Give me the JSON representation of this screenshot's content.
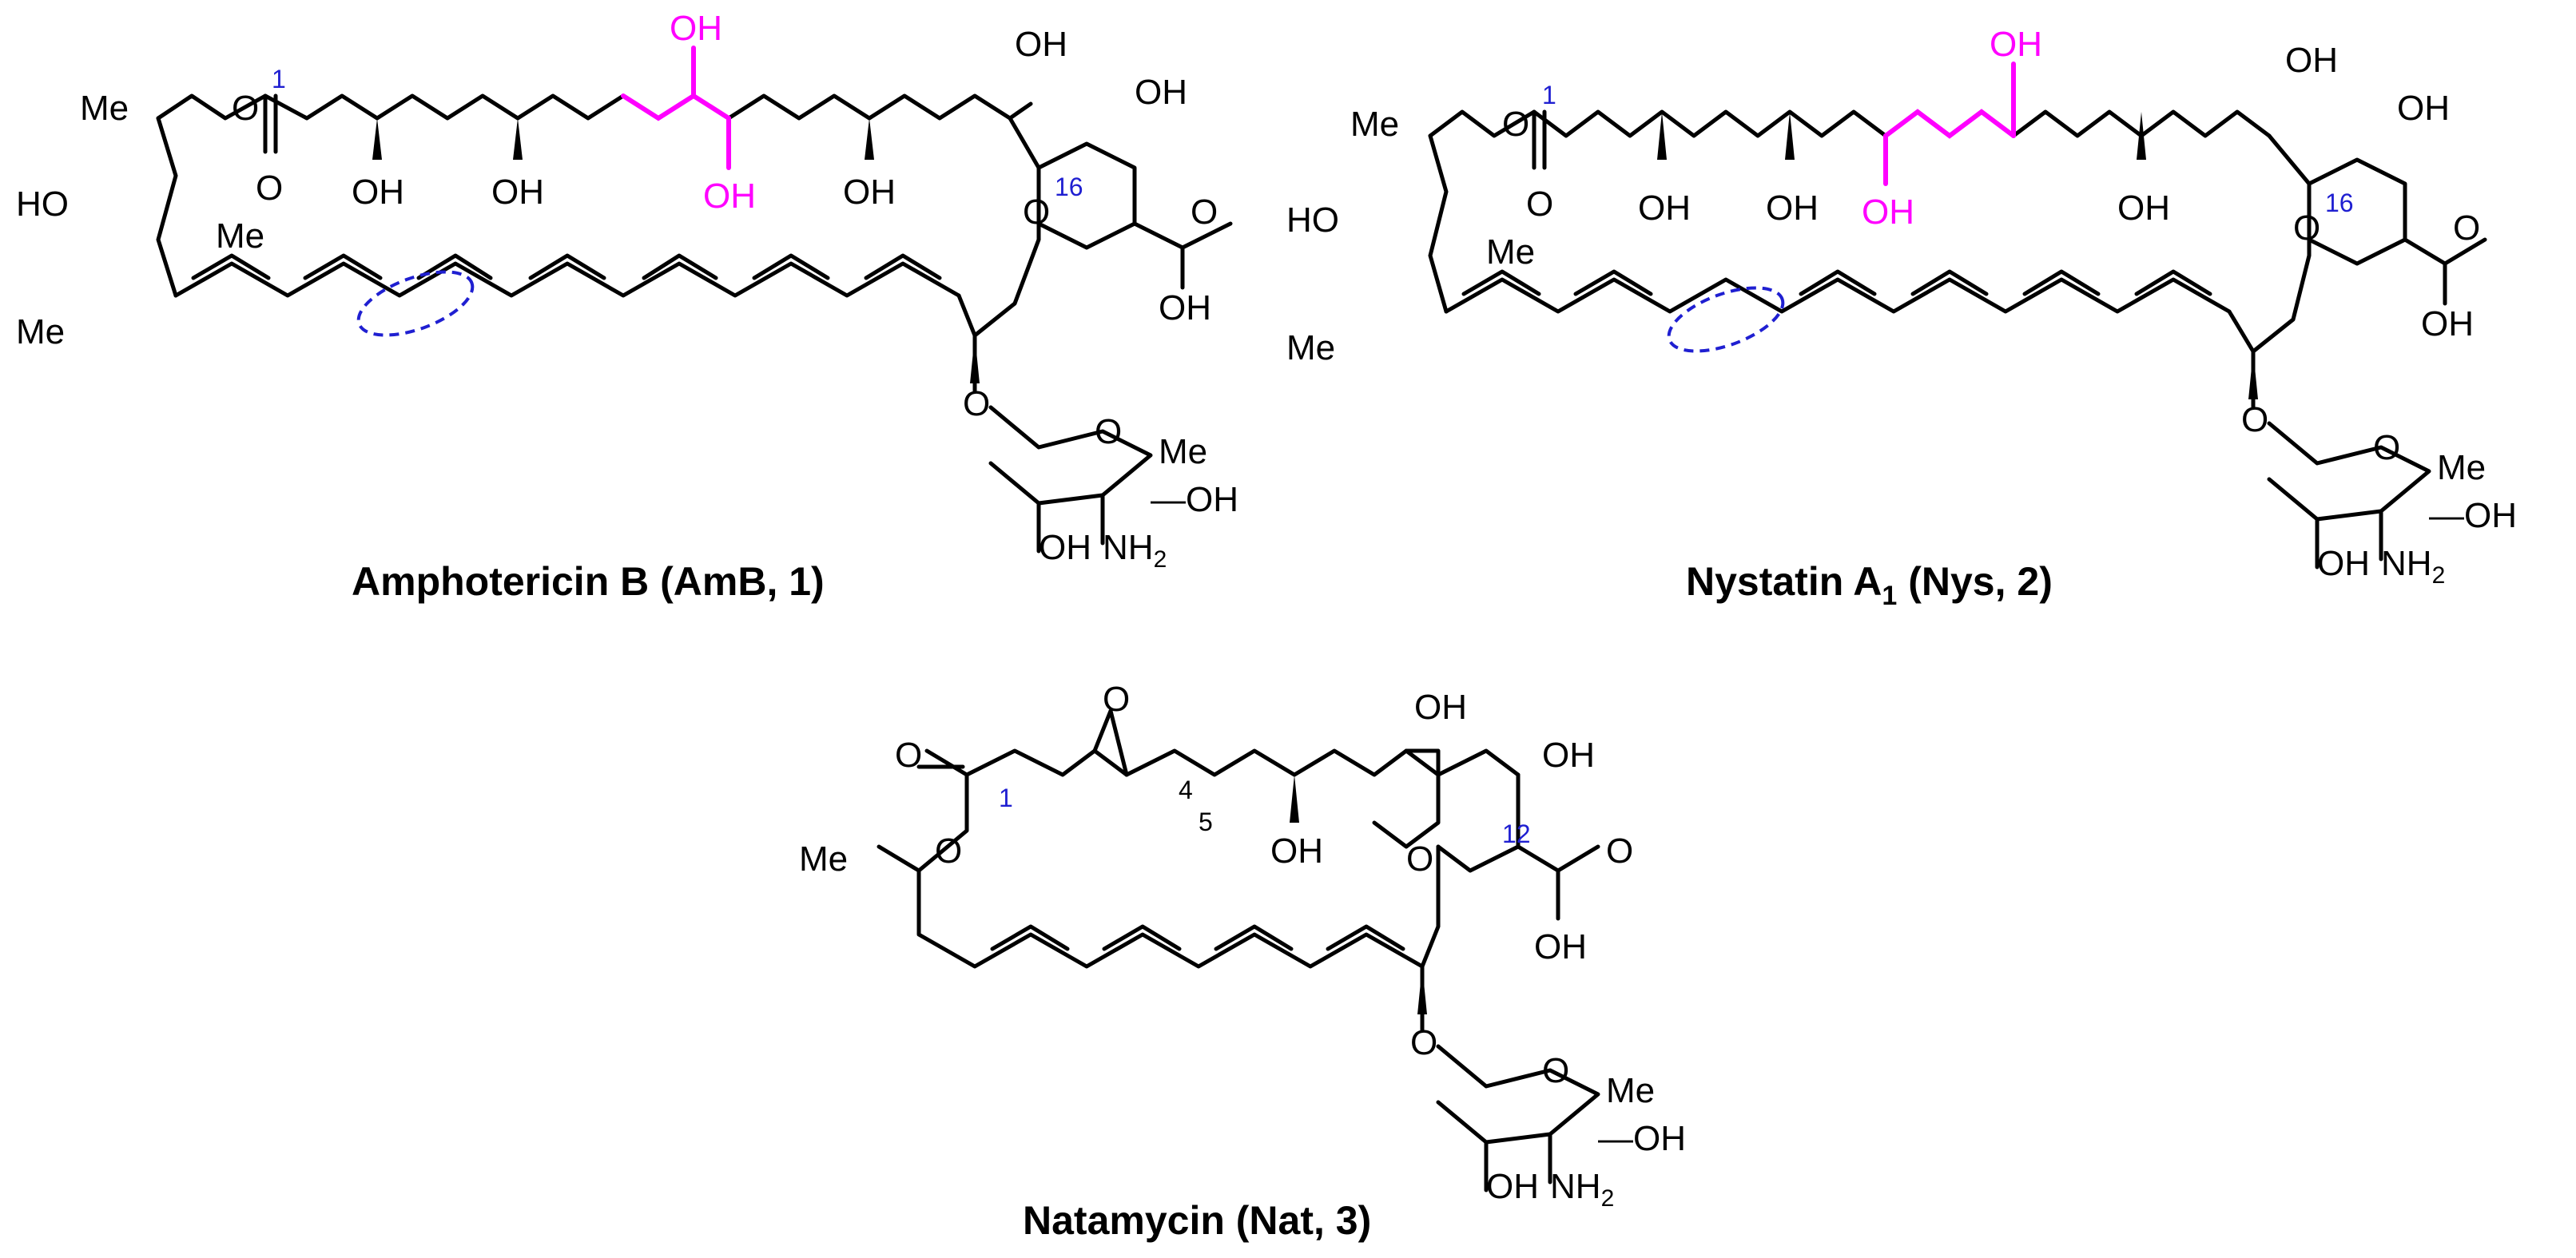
{
  "colors": {
    "highlight": "#ff00ff",
    "locant": "#1f1fd1",
    "ellipse": "#1f1fd1",
    "bond": "#000000"
  },
  "labels": {
    "me": "Me",
    "oh": "OH",
    "ho": "HO",
    "o": "O",
    "nh2_main": "NH",
    "nh2_sub": "2",
    "oh_dash": "—OH"
  },
  "amb": {
    "title": "Amphotericin B (AmB, 1)",
    "locant_1": "1",
    "locant_16": "16"
  },
  "nys": {
    "title_main": "Nystatin A",
    "title_sub": "1",
    "title_tail": " (Nys, 2)",
    "locant_1": "1",
    "locant_16": "16"
  },
  "nat": {
    "title": "Natamycin (Nat, 3)",
    "locant_1": "1",
    "locant_4": "4",
    "locant_5": "5",
    "locant_12": "12"
  }
}
